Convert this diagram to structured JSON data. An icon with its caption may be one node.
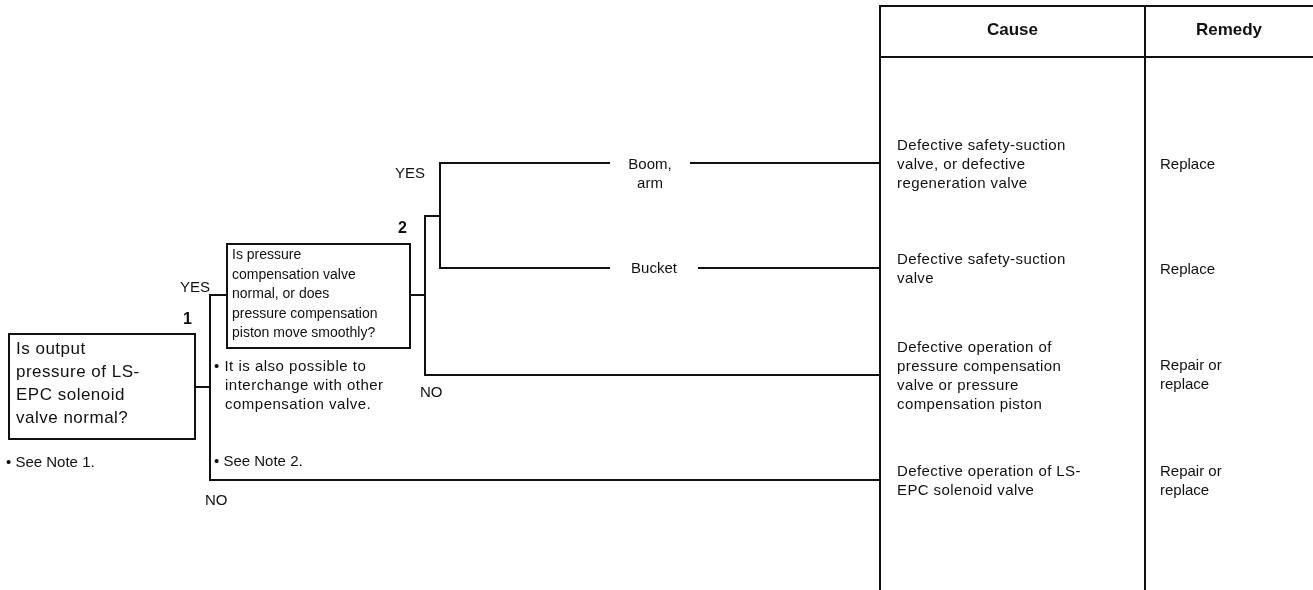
{
  "diagram": {
    "nodes": [
      {
        "text": [
          "Is output pressure of LS-EPC solenoid valve normal?"
        ],
        "beside": [
          "1",
          "• See Note 1."
        ]
      },
      {
        "text": [
          "Is pressure compensation valve normal, or does pressure compensation piston move smoothly?"
        ],
        "beside": [
          "2",
          "• It is also possible to interchange with other compensation valve."
        ]
      },
      {
        "text": [
          "Defective safety-suction valve, or defective regeneration valve"
        ]
      },
      {
        "text": [
          "Defective safety-suction valve"
        ]
      },
      {
        "text": [
          "Defective operation of pressure compensation valve or pressure compensation piston"
        ]
      },
      {
        "text": [
          "Defective operation of LS-EPC solenoid valve"
        ]
      }
    ],
    "edges": [
      {
        "from": 0,
        "to": 1,
        "arrow": "none",
        "label": "YES"
      },
      {
        "from": 0,
        "to": 5,
        "arrow": "none",
        "label": "NO"
      },
      {
        "from": 1,
        "to": 2,
        "arrow": "none",
        "label": "Boom, arm"
      },
      {
        "from": 1,
        "to": 3,
        "arrow": "none",
        "label": "Bucket"
      },
      {
        "from": 1,
        "to": 4,
        "arrow": "none",
        "label": "NO"
      }
    ],
    "labels": [
      "Cause",
      "Remedy",
      "YES",
      "Replace",
      "Replace",
      "Repair or replace",
      "• See Note 2.",
      "Repair or replace"
    ]
  }
}
